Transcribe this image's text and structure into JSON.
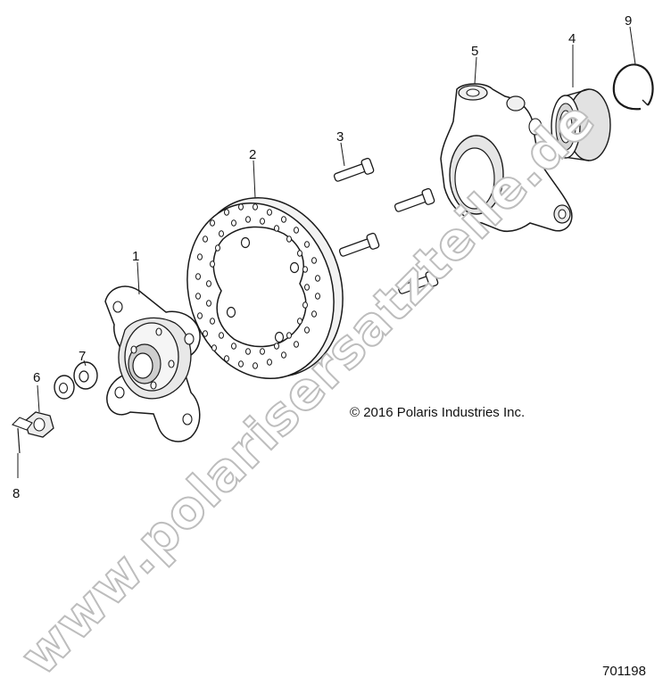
{
  "diagram": {
    "callouts": {
      "c1": "1",
      "c2": "2",
      "c3": "3",
      "c4": "4",
      "c5": "5",
      "c6": "6",
      "c7": "7",
      "c8": "8",
      "c9": "9"
    },
    "copyright": "© 2016 Polaris Industries Inc.",
    "drawing_code": "701198",
    "watermark": "www.polarisersatzteile.de",
    "colors": {
      "line": "#1a1a1a",
      "shade": "#d9d9d9",
      "watermark": "#c8c8c8"
    }
  }
}
